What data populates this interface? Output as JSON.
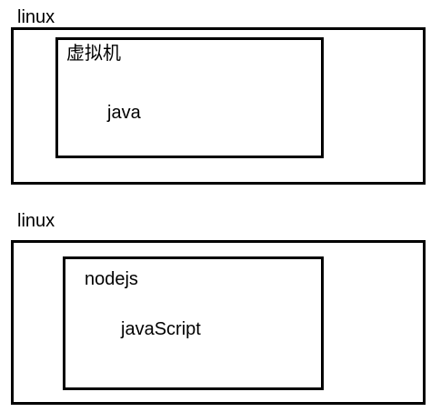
{
  "diagrams": [
    {
      "outer_label": "linux",
      "inner_label": "虚拟机",
      "content_label": "java"
    },
    {
      "outer_label": "linux",
      "inner_label": "nodejs",
      "content_label": "javaScript"
    }
  ]
}
